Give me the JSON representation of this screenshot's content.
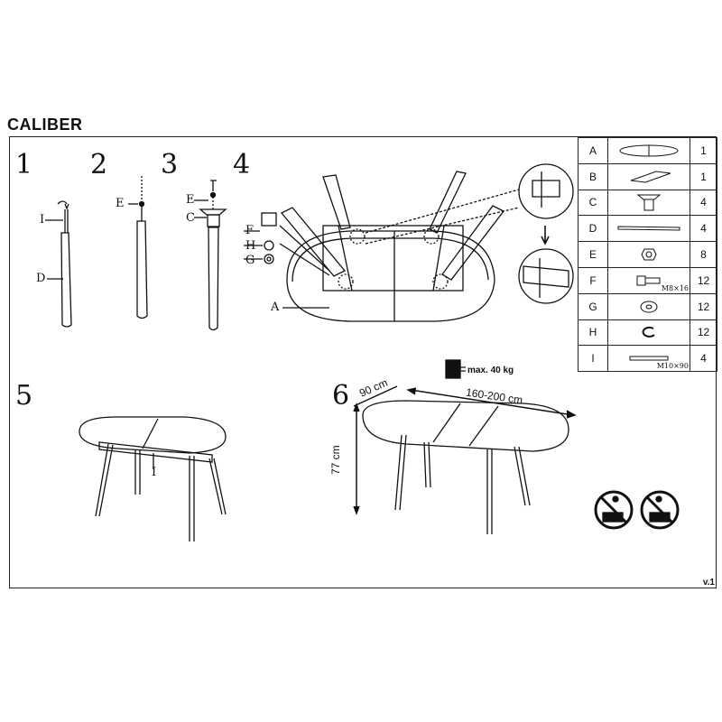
{
  "title": "CALIBER",
  "version": "v.1",
  "steps": [
    "1",
    "2",
    "3",
    "4",
    "5",
    "6"
  ],
  "labels": {
    "step1_i": "I",
    "step1_d": "D",
    "step2_e": "E",
    "step3_e": "E",
    "step3_c": "C",
    "step4_f": "F",
    "step4_h": "H",
    "step4_g": "G",
    "step4_a": "A",
    "step5_i": "I"
  },
  "dimensions": {
    "width": "90 cm",
    "length": "160-200 cm",
    "height": "77 cm",
    "max_load": "max. 40 kg"
  },
  "parts": [
    {
      "letter": "A",
      "icon": "tabletop-icon",
      "qty": "1",
      "spec": ""
    },
    {
      "letter": "B",
      "icon": "extension-leaf-icon",
      "qty": "1",
      "spec": ""
    },
    {
      "letter": "C",
      "icon": "leg-bracket-icon",
      "qty": "4",
      "spec": ""
    },
    {
      "letter": "D",
      "icon": "leg-icon",
      "qty": "4",
      "spec": ""
    },
    {
      "letter": "E",
      "icon": "nut-icon",
      "qty": "8",
      "spec": ""
    },
    {
      "letter": "F",
      "icon": "bolt-icon",
      "qty": "12",
      "spec": "M8×16"
    },
    {
      "letter": "G",
      "icon": "washer-icon",
      "qty": "12",
      "spec": ""
    },
    {
      "letter": "H",
      "icon": "spring-washer-icon",
      "qty": "12",
      "spec": ""
    },
    {
      "letter": "I",
      "icon": "threaded-rod-icon",
      "qty": "4",
      "spec": "M10×90"
    }
  ]
}
